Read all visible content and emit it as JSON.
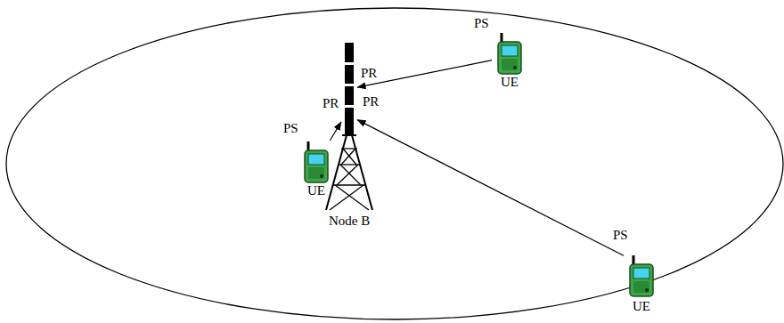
{
  "diagram": {
    "nodes": [
      {
        "text": [
          "UE"
        ]
      },
      {
        "text": [
          "Node B"
        ]
      },
      {
        "text": [
          "UE"
        ]
      },
      {
        "text": [
          "UE"
        ]
      }
    ],
    "edges": [
      {
        "from": 0,
        "to": 1,
        "arrow": "to"
      },
      {
        "from": 2,
        "to": 1,
        "arrow": "to"
      },
      {
        "from": 3,
        "to": 1,
        "arrow": "to"
      }
    ],
    "labels": [
      "PS",
      "PR",
      "PR",
      "PR",
      "PS",
      "PS"
    ]
  }
}
